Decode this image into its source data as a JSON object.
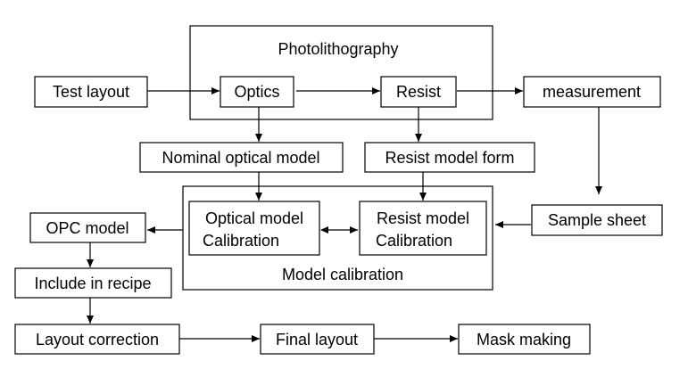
{
  "groups": {
    "photolithography": "Photolithography",
    "model_calibration": "Model calibration"
  },
  "nodes": {
    "test_layout": "Test layout",
    "optics": "Optics",
    "resist": "Resist",
    "measurement": "measurement",
    "nominal_optical_model": "Nominal optical model",
    "resist_model_form": "Resist model form",
    "optical_model_calibration": [
      "Optical model",
      "Calibration"
    ],
    "resist_model_calibration": [
      "Resist model",
      "Calibration"
    ],
    "sample_sheet": "Sample sheet",
    "opc_model": "OPC model",
    "include_in_recipe": "Include in recipe",
    "layout_correction": "Layout correction",
    "final_layout": "Final layout",
    "mask_making": "Mask making"
  }
}
